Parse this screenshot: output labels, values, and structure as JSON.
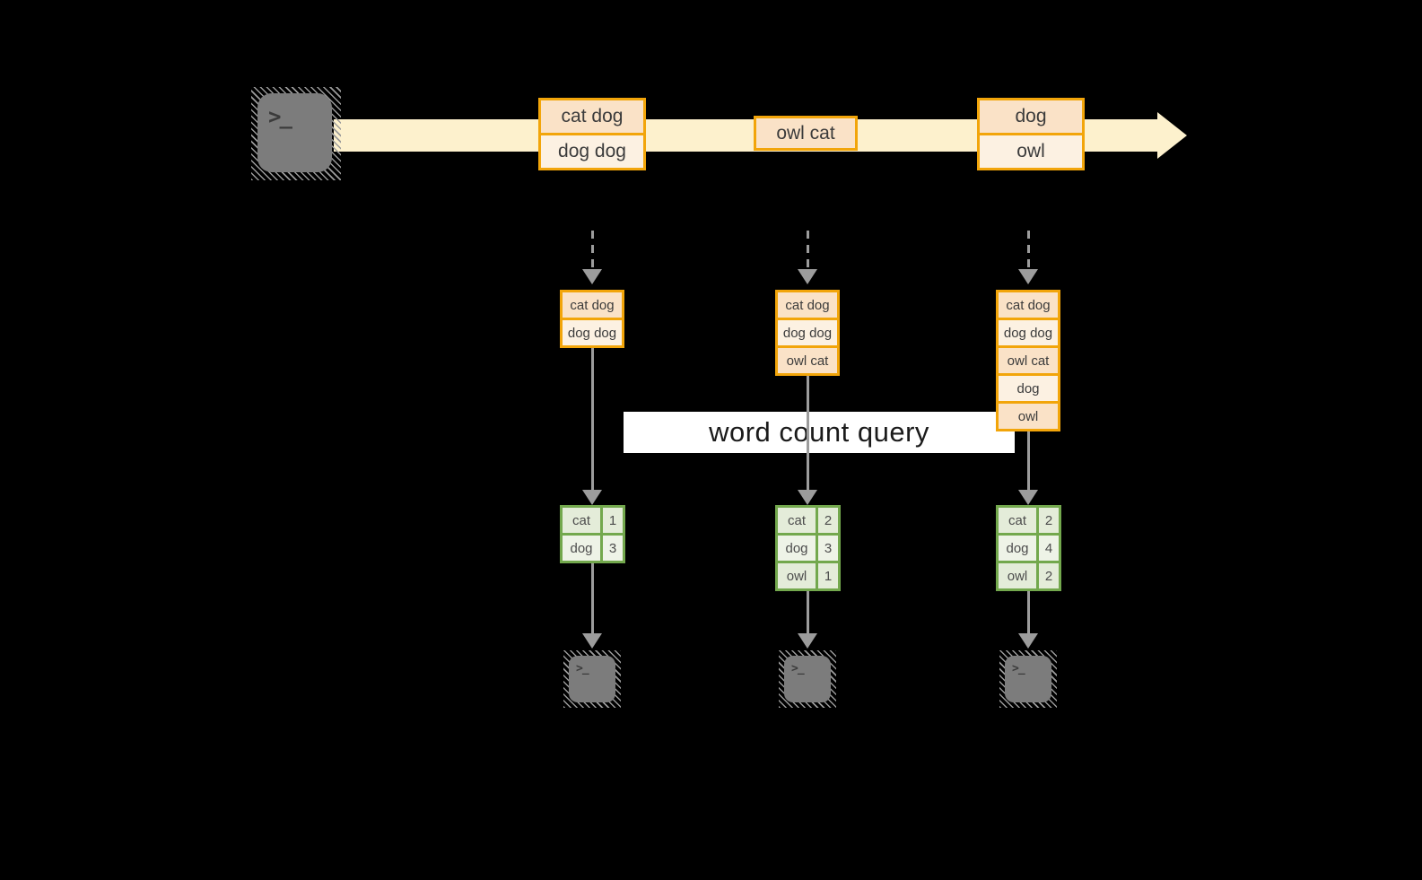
{
  "pipeline": {
    "query_label": "word count query",
    "columns": [
      {
        "buffer": [
          "cat dog",
          "dog dog"
        ],
        "counts": [
          {
            "word": "cat",
            "count": "1"
          },
          {
            "word": "dog",
            "count": "3"
          }
        ]
      },
      {
        "buffer": [
          "cat dog",
          "dog dog",
          "owl cat"
        ],
        "counts": [
          {
            "word": "cat",
            "count": "2"
          },
          {
            "word": "dog",
            "count": "3"
          },
          {
            "word": "owl",
            "count": "1"
          }
        ]
      },
      {
        "buffer": [
          "cat dog",
          "dog dog",
          "owl cat",
          "dog",
          "owl"
        ],
        "counts": [
          {
            "word": "cat",
            "count": "2"
          },
          {
            "word": "dog",
            "count": "4"
          },
          {
            "word": "owl",
            "count": "2"
          }
        ]
      }
    ]
  },
  "stream": {
    "batches": [
      {
        "events": [
          "cat dog",
          "dog dog"
        ]
      },
      {
        "events": [
          "owl cat"
        ]
      },
      {
        "events": [
          "dog",
          "owl"
        ]
      }
    ]
  },
  "icons": {
    "terminal_glyph": ">_"
  },
  "colors": {
    "stream_band": "#FDF1CD",
    "event_border": "#F2A50A",
    "event_fill_dark": "#FAE2C7",
    "event_fill_light": "#FCF1E2",
    "table_border": "#73A84D",
    "table_fill_dark": "#E4ECD9",
    "table_fill_light": "#EEF3E7",
    "arrow_gray": "#9C9C9C",
    "terminal_gray": "#7C7C7C",
    "query_band_bg": "#FFFFFF"
  }
}
